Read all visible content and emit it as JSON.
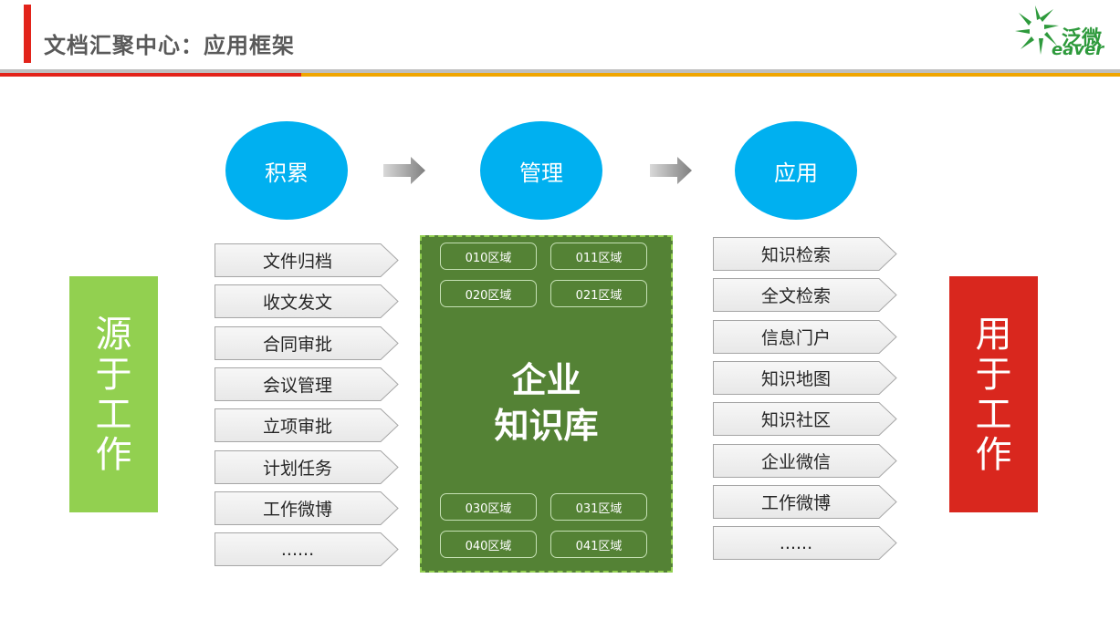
{
  "header": {
    "title": "文档汇聚中心：应用框架"
  },
  "logo": {
    "brand_cn": "泛微",
    "brand_en": "eaver",
    "colors": {
      "primary": "#2e9a3c"
    }
  },
  "stages": [
    {
      "label": "积累"
    },
    {
      "label": "管理"
    },
    {
      "label": "应用"
    }
  ],
  "left_banner": {
    "chars": [
      "源",
      "于",
      "工",
      "作"
    ],
    "color": "#92d050"
  },
  "right_banner": {
    "chars": [
      "用",
      "于",
      "工",
      "作"
    ],
    "color": "#d9271e"
  },
  "sources": [
    "文件归档",
    "收文发文",
    "合同审批",
    "会议管理",
    "立项审批",
    "计划任务",
    "工作微博",
    "......"
  ],
  "applications": [
    "知识检索",
    "全文检索",
    "信息门户",
    "知识地图",
    "知识社区",
    "企业微信",
    "工作微博",
    "......"
  ],
  "knowledge_base": {
    "title_line1": "企业",
    "title_line2": "知识库",
    "zones_top": [
      "010区域",
      "011区域",
      "020区域",
      "021区域"
    ],
    "zones_bottom": [
      "030区域",
      "031区域",
      "040区域",
      "041区域"
    ],
    "color": "#548235"
  },
  "colors": {
    "stage_circle": "#00b0f0",
    "accent_red": "#e2231a",
    "accent_orange": "#f0a500"
  }
}
